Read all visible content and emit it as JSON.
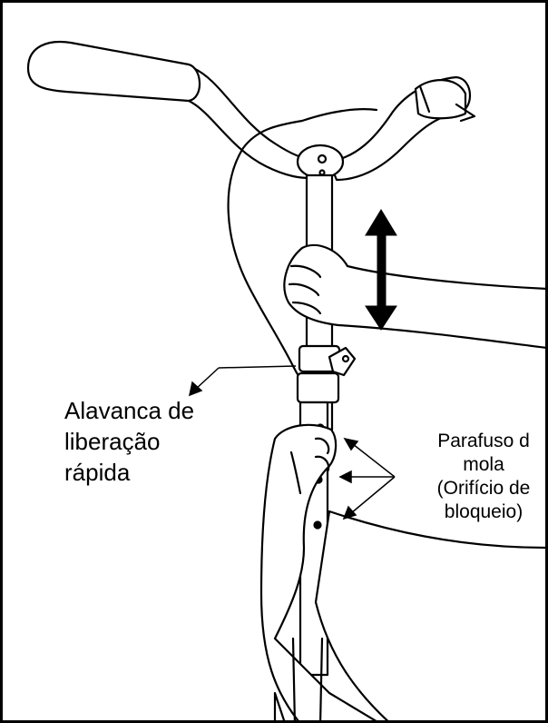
{
  "labels": {
    "release_lever": [
      "Alavanca de",
      "liberação",
      "rápida"
    ],
    "spring_screw": [
      "Parafuso d",
      "mola",
      "(Orifício de",
      "bloqueio)"
    ]
  },
  "colors": {
    "line": "#000000",
    "background": "#ffffff"
  }
}
